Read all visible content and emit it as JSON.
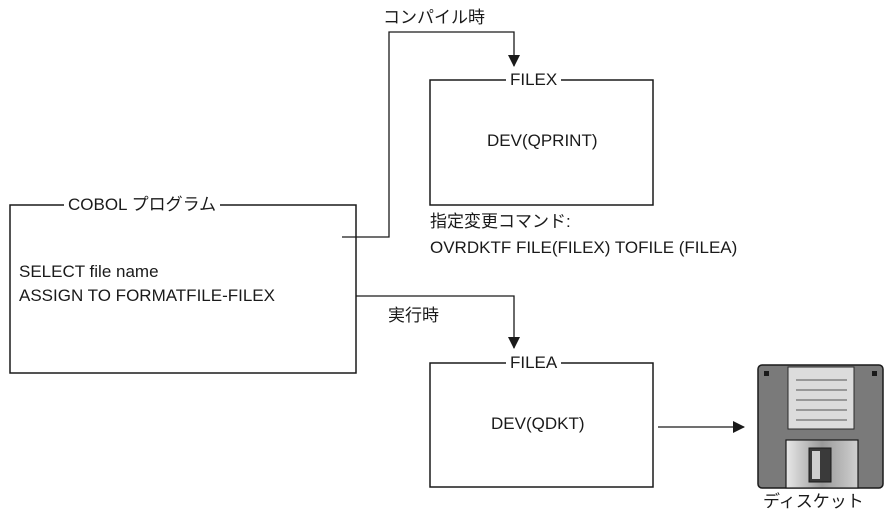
{
  "program_box": {
    "title": "COBOL プログラム",
    "line1": "SELECT file name",
    "line2": "ASSIGN TO FORMATFILE-FILEX"
  },
  "compile_time_label": "コンパイル時",
  "run_time_label": "実行時",
  "filex_box": {
    "title": "FILEX",
    "device": "DEV(QPRINT)"
  },
  "override_command": {
    "label": "指定変更コマンド:",
    "command": "OVRDKTF FILE(FILEX) TOFILE (FILEA)"
  },
  "filea_box": {
    "title": "FILEA",
    "device": "DEV(QDKT)"
  },
  "diskette": {
    "icon": "diskette-icon",
    "label": "ディスケット"
  },
  "colors": {
    "line": "#1a1a1a",
    "disk_body": "#7a7a7a",
    "disk_label": "#dcdcdc",
    "disk_shutter": "#b8b8b8"
  }
}
